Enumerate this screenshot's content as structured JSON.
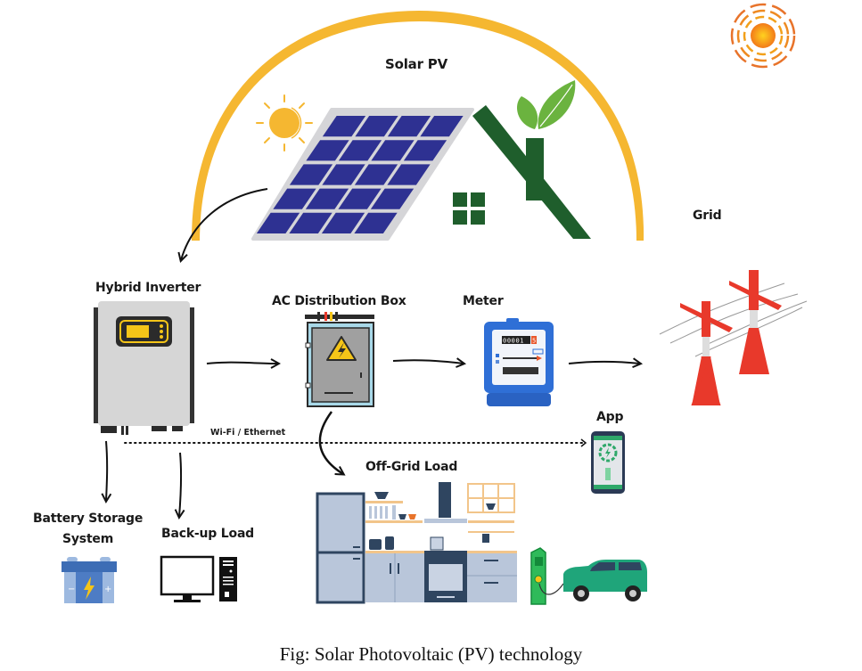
{
  "diagram": {
    "title": "Solar PV",
    "nodes": {
      "solar_pv": "Solar PV",
      "grid": "Grid",
      "hybrid_inverter": "Hybrid Inverter",
      "ac_distribution_box": "AC Distribution Box",
      "meter": "Meter",
      "app": "App",
      "off_grid_load": "Off-Grid Load",
      "battery_storage_line1": "Battery Storage",
      "battery_storage_line2": "System",
      "backup_load": "Back-up Load"
    },
    "connections": {
      "wifi_label": "Wi-Fi / Ethernet"
    },
    "meter_reading": "00001",
    "meter_last_digit": "5",
    "colors": {
      "sun_arc": "#F5B731",
      "panel_cell": "#2E3192",
      "panel_frame": "#D5D5D8",
      "house_green": "#1F5E2C",
      "leaf_green": "#6BB33F",
      "tower_red": "#E8392B",
      "meter_blue": "#2F6FD6",
      "inverter_gray": "#D6D6D6",
      "inverter_screen": "#F5C518",
      "app_green": "#2FA86A",
      "car_green": "#1FA57A"
    }
  },
  "caption": "Fig: Solar Photovoltaic (PV) technology"
}
